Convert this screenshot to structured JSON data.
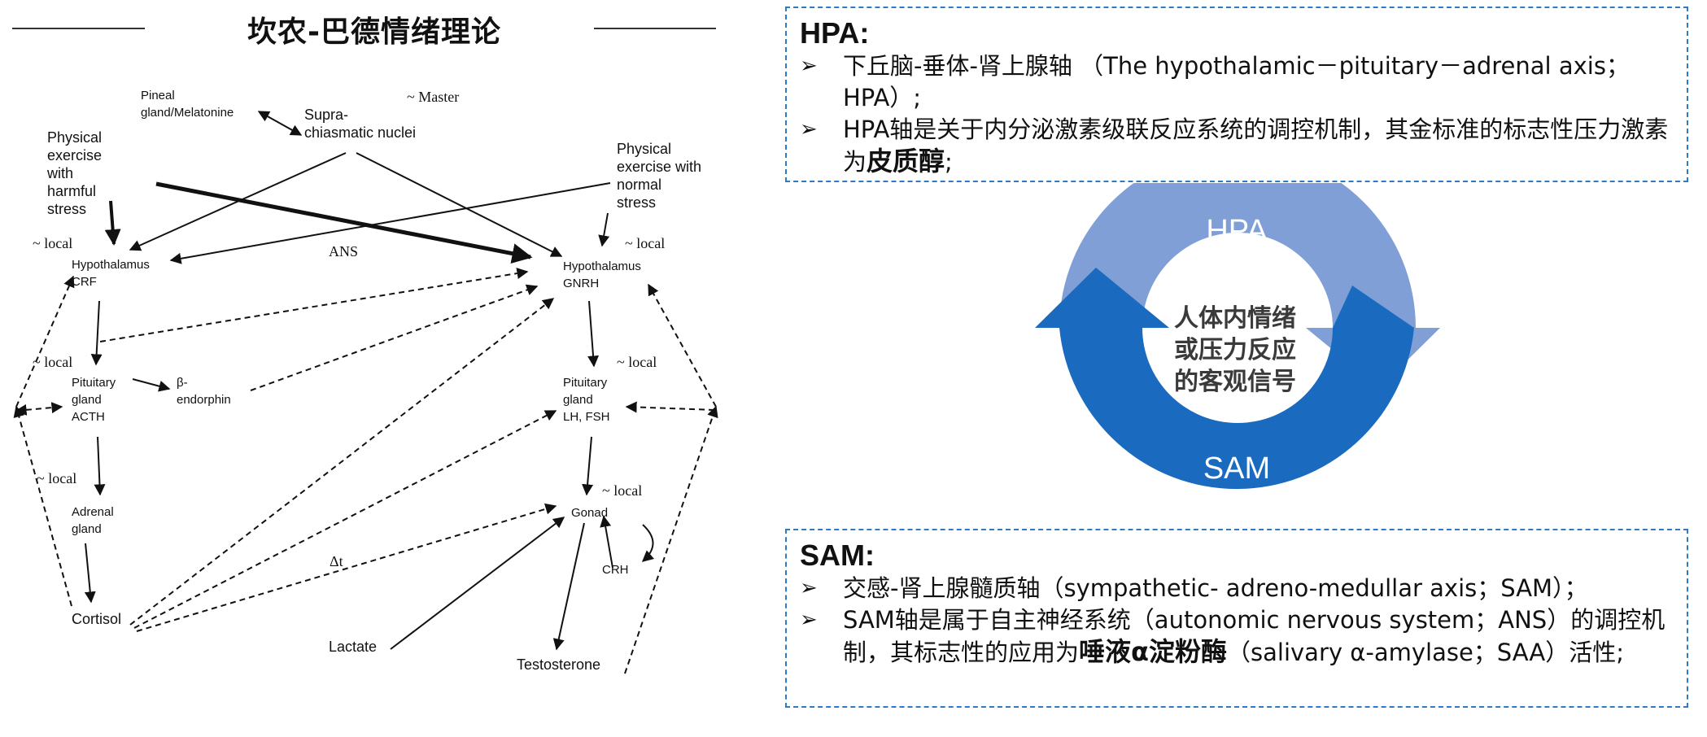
{
  "title": "坎农-巴德情绪理论",
  "diagram": {
    "labels": {
      "pineal": [
        "Pineal",
        "gland/Melatonine"
      ],
      "master": "~ Master",
      "supra": [
        "Supra-",
        "chiasmatic nuclei"
      ],
      "exercise_harmful": [
        "Physical",
        "exercise",
        "with",
        "harmful",
        "stress"
      ],
      "exercise_normal": [
        "Physical",
        "exercise with",
        "normal",
        "stress"
      ],
      "local": "~ local",
      "ans": "ANS",
      "hypothalamus_crf": [
        "Hypothalamus",
        "CRF"
      ],
      "hypothalamus_gnrh": [
        "Hypothalamus",
        "GNRH"
      ],
      "pituitary_acth": [
        "Pituitary",
        "gland",
        "ACTH"
      ],
      "beta_endorphin": [
        "β-",
        "endorphin"
      ],
      "pituitary_lhfsh": [
        "Pituitary",
        "gland",
        "LH, FSH"
      ],
      "adrenal": [
        "Adrenal",
        "gland"
      ],
      "gonad": "Gonad",
      "crh": "CRH",
      "delta_t": "Δt",
      "cortisol": "Cortisol",
      "lactate": "Lactate",
      "testosterone": "Testosterone"
    }
  },
  "hpa": {
    "title": "HPA:",
    "items": [
      {
        "text": "下丘脑-垂体-肾上腺轴 （The hypothalamic－pituitary－adrenal axis；HPA）;"
      },
      {
        "before": "HPA轴是关于内分泌激素级联反应系统的调控机制，其金标准的标志性压力激素为",
        "bold": "皮质醇",
        "after": ";"
      }
    ]
  },
  "cycle": {
    "top_label": "HPA",
    "bottom_label": "SAM",
    "center_lines": [
      "人体内情绪",
      "或压力反应",
      "的客观信号"
    ],
    "colors": {
      "top": "#7f9fd6",
      "bottom": "#1a6bbf"
    }
  },
  "sam": {
    "title": "SAM:",
    "items": [
      {
        "text": "交感-肾上腺髓质轴（sympathetic- adreno-medullar axis；SAM）；"
      },
      {
        "before": "SAM轴是属于自主神经系统（autonomic nervous system；ANS）的调控机制，其标志性的应用为",
        "bold": "唾液α淀粉酶",
        "after": "（salivary α-amylase；SAA）活性;"
      }
    ]
  },
  "bullet_glyph": "➢"
}
